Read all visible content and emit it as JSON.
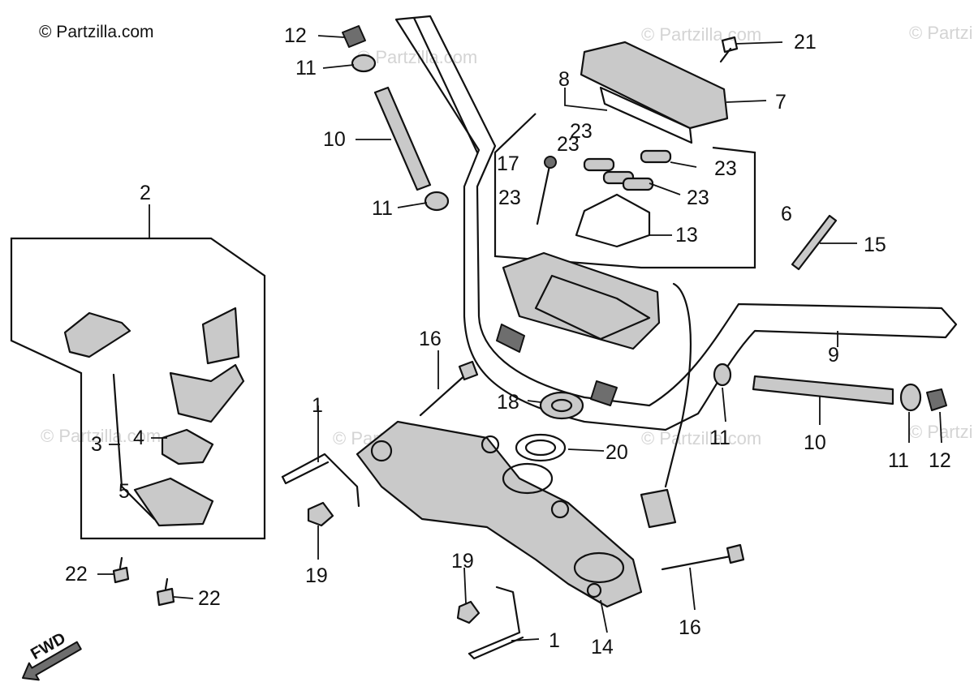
{
  "copyright": "© Partzilla.com",
  "watermark": "© Partzilla.com",
  "fwd_label": "FWD",
  "callouts": {
    "c1a": "1",
    "c1b": "1",
    "c2": "2",
    "c3": "3",
    "c4": "4",
    "c5": "5",
    "c6": "6",
    "c7": "7",
    "c8": "8",
    "c9": "9",
    "c10a": "10",
    "c10b": "10",
    "c11a": "11",
    "c11b": "11",
    "c11c": "11",
    "c11d": "11",
    "c12a": "12",
    "c12b": "12",
    "c13": "13",
    "c14": "14",
    "c15": "15",
    "c16a": "16",
    "c16b": "16",
    "c17": "17",
    "c18": "18",
    "c19a": "19",
    "c19b": "19",
    "c20": "20",
    "c21": "21",
    "c22a": "22",
    "c22b": "22",
    "c23a": "23",
    "c23b": "23",
    "c23c": "23",
    "c23d": "23",
    "c23e": "23"
  }
}
